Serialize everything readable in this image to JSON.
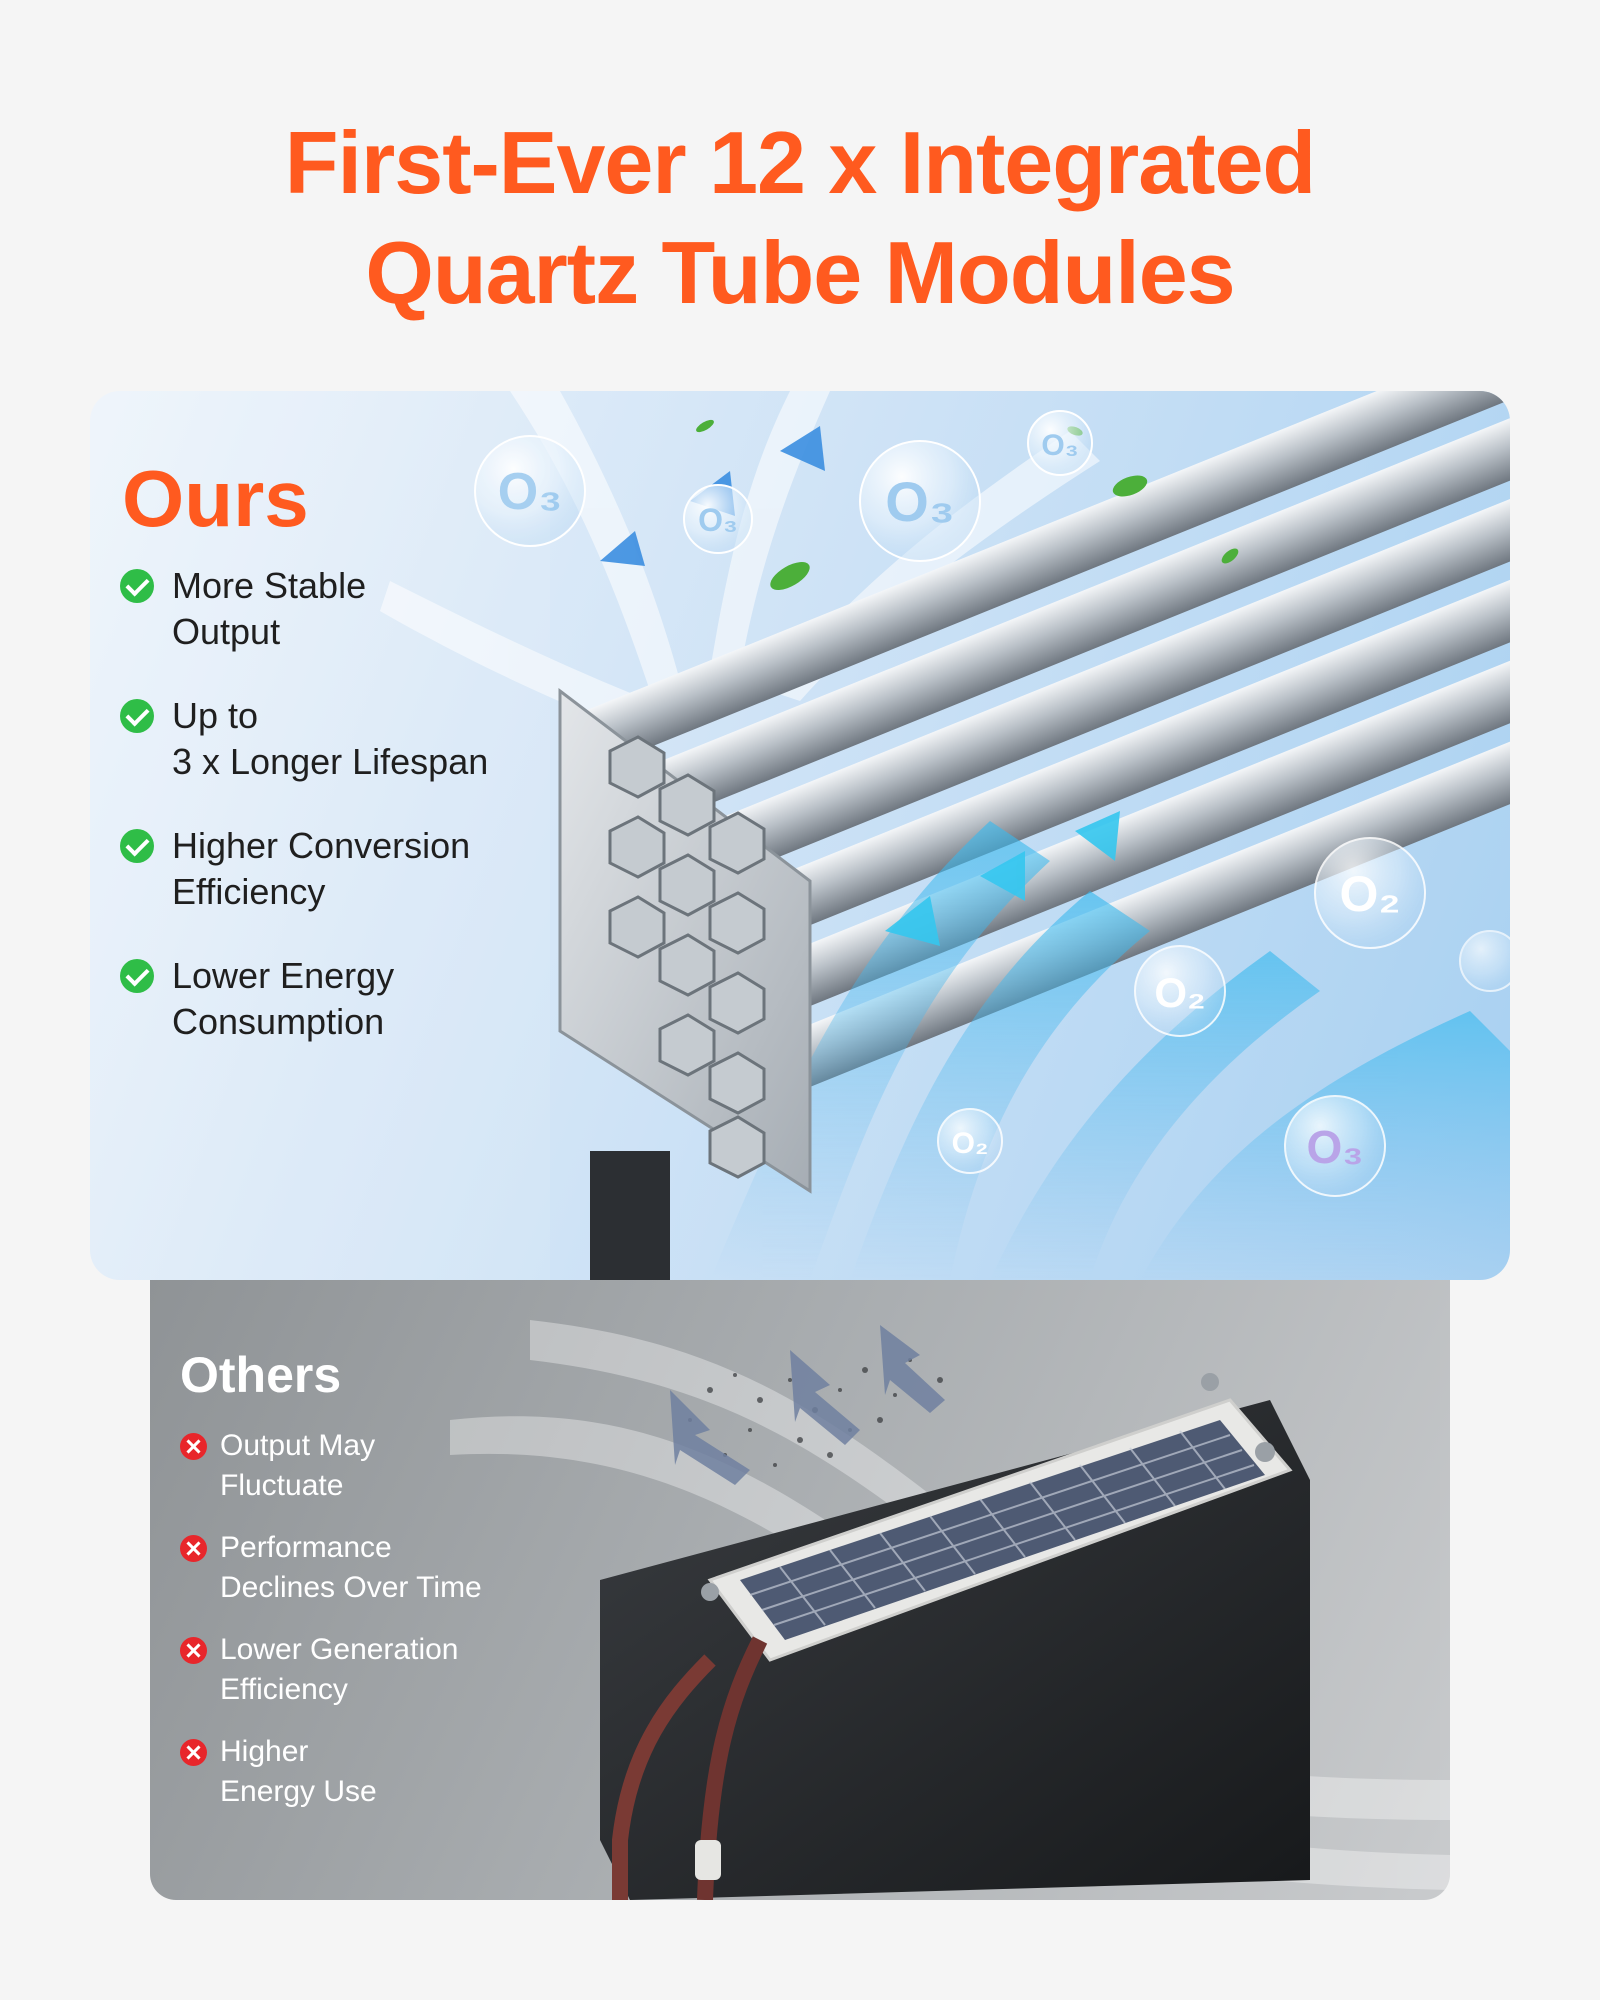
{
  "headline": {
    "line1": "First-Ever 12 x Integrated",
    "line2": "Quartz Tube Modules"
  },
  "ours": {
    "title": "Ours",
    "items": [
      {
        "line1": "More Stable",
        "line2": "Output"
      },
      {
        "line1": "Up to",
        "line2": "3 x Longer Lifespan"
      },
      {
        "line1": "Higher Conversion",
        "line2": "Efficiency"
      },
      {
        "line1": "Lower Energy",
        "line2": "Consumption"
      }
    ],
    "bubbles": {
      "o3": "O₃",
      "o2": "O₂"
    }
  },
  "others": {
    "title": "Others",
    "items": [
      {
        "line1": "Output May",
        "line2": "Fluctuate"
      },
      {
        "line1": "Performance",
        "line2": "Declines Over Time"
      },
      {
        "line1": "Lower Generation",
        "line2": "Efficiency"
      },
      {
        "line1": "Higher",
        "line2": "Energy Use"
      }
    ]
  },
  "colors": {
    "accent": "#ff5a1f",
    "check": "#2fbd47",
    "cross": "#e8262b",
    "page_background": "#f5f5f5"
  },
  "icons": {
    "positive": "check-circle-icon",
    "negative": "x-circle-icon"
  }
}
